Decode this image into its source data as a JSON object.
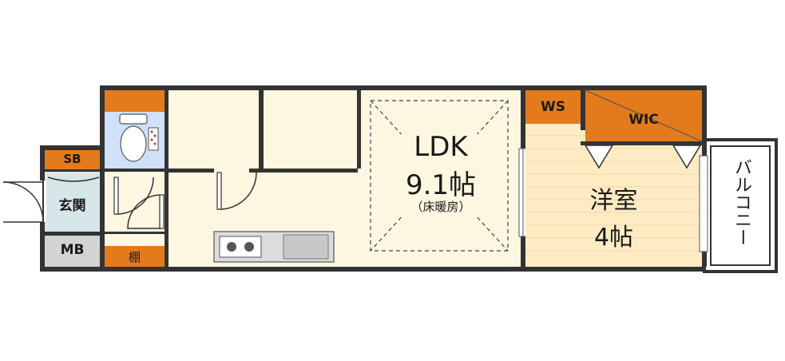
{
  "rooms": {
    "sb": "SB",
    "genkan": "玄関",
    "mb": "MB",
    "tana": "棚",
    "ldk_name": "LDK",
    "ldk_size": "9.1帖",
    "ldk_note": "（床暖房）",
    "ws": "WS",
    "wic": "WIC",
    "yoshitsu_name": "洋室",
    "yoshitsu_size": "4帖",
    "balcony": "バルコニー"
  },
  "colors": {
    "wall": "#333333",
    "storage": "#e37b1c",
    "water": "#cfe0f8",
    "floor": "#fdf6e0",
    "grey": "#d3d3d3"
  }
}
